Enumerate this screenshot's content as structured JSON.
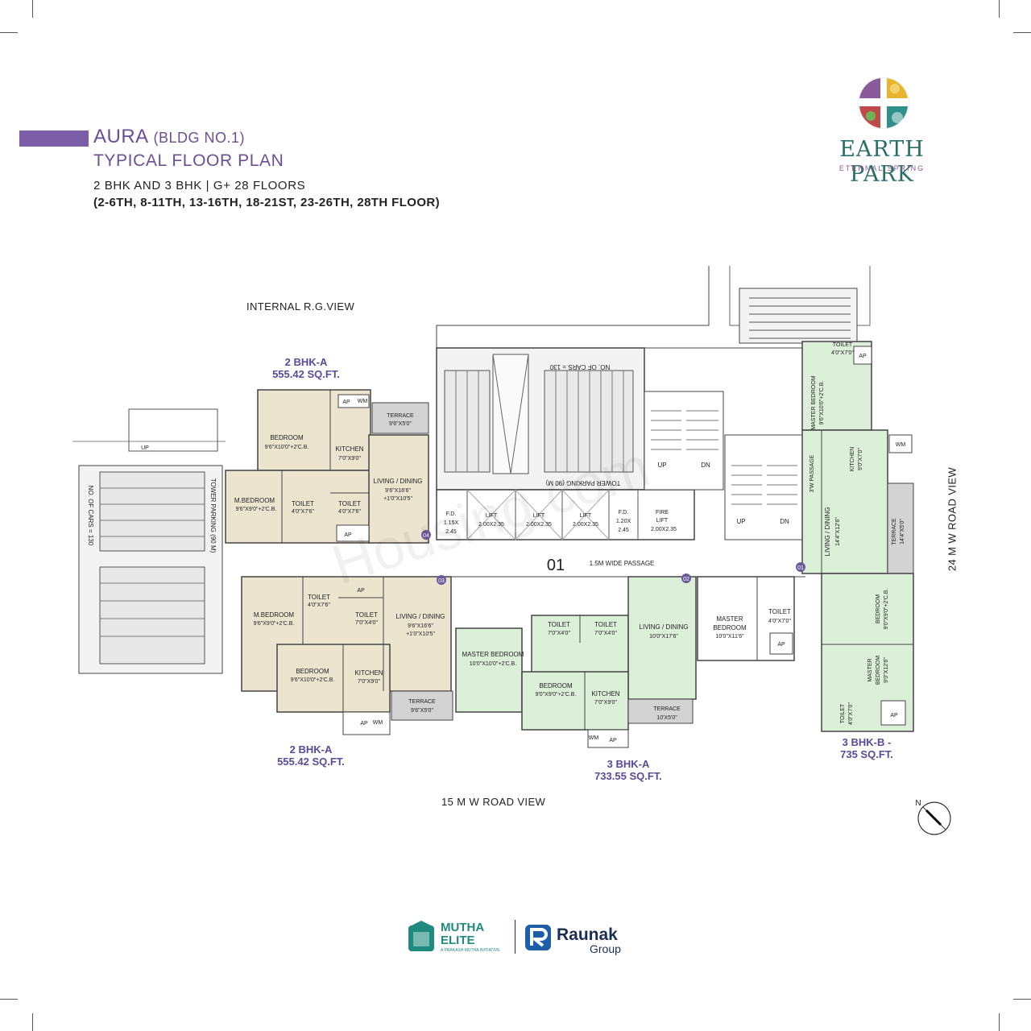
{
  "header": {
    "project": "AURA",
    "building": "(BLDG NO.1)",
    "plan_title": "TYPICAL FLOOR PLAN",
    "config_line": "2 BHK AND 3 BHK | G+ 28 FLOORS",
    "floors_line": "(2-6TH, 8-11TH, 13-16TH, 18-21ST, 23-26TH, 28TH FLOOR)"
  },
  "brand": {
    "name": "EARTH PARK",
    "tagline": "ETERNAL SPRING"
  },
  "views": {
    "top": "INTERNAL R.G.VIEW",
    "bottom": "15 M W ROAD VIEW",
    "right": "24 M W ROAD VIEW"
  },
  "units": {
    "top_2bhk_name": "2 BHK-A",
    "top_2bhk_area": "555.42 SQ.FT.",
    "bottom_2bhk_name": "2 BHK-A",
    "bottom_2bhk_area": "555.42 SQ.FT.",
    "bhk3a_name": "3 BHK-A",
    "bhk3a_area": "733.55 SQ.FT.",
    "bhk3b_name": "3 BHK-B -",
    "bhk3b_area": "735 SQ.FT."
  },
  "rooms": {
    "terrace": "TERRACE",
    "t_9_5": "9'6\"X5'0\"",
    "t_10_5": "10'X5'0\"",
    "t_14_5": "14'4\"X5'0\"",
    "bedroom": "BEDROOM",
    "bedroom_a": "9'6\"X10'0\"+2'C.B.",
    "kitchen": "KITCHEN",
    "kitchen_a": "7'0\"X9'0\"",
    "living": "LIVING / DINING",
    "living_a1": "9'6\"X16'6\"",
    "living_a2": "+1'0\"X10'5\"",
    "mbedroom": "M.BEDROOM",
    "mbedroom_a": "9'6\"X9'0\"+2'C.B.",
    "mbedroom_b": "9'6\"X9'0\"+2'C.B.",
    "toilet": "TOILET",
    "toilet_4x7": "4'0\"X7'6\"",
    "toilet_7x4": "7'0\"X4'0\"",
    "ap": "AP",
    "wm": "WM",
    "master_bedroom": "MASTER BEDROOM",
    "mb_3a": "10'0\"X10'0\"+2'C.B.",
    "bedroom_3a": "9'0\"X9'0\"+2'C.B.",
    "living_3a": "10'0\"X17'6\"",
    "master_bedroom_2": "MASTER",
    "bedroom_word": "BEDROOM",
    "mb_2": "10'0\"X11'6\"",
    "toilet_4x7b": "4'0\"X7'0\"",
    "living_3b": "14'4\"X12'6\"",
    "kitchen_3b": "9'0\"X7'0\"",
    "passage_3b": "3'W PASSAGE",
    "mb_3b_top": "9'6\"X10'6\"+2'C.B.",
    "bedroom_3b": "9'0\"X9'0\"+2'C.B.",
    "mb_3b_bot": "9'0\"X12'6\"",
    "toilet_4x7c": "4'0\"X7'0\""
  },
  "core": {
    "fd": "F.D.",
    "fd1": "1.15X",
    "fd1b": "2.45",
    "lift": "LIFT",
    "lift_dim": "2.00X2.35",
    "fd2": "1.20X",
    "fd2b": "2.45",
    "fire_lift": "FIRE",
    "fire_lift2": "LIFT",
    "up": "UP",
    "dn": "DN",
    "passage": "1.5M WIDE PASSAGE",
    "flat_no": "01",
    "parking_cars": "NO. OF CARS = 130",
    "tower_parking": "TOWER PARKING (90 M)",
    "tower_parking_left": "TOWER PARKING (90 M)",
    "markers": [
      "01",
      "02",
      "03",
      "04"
    ]
  },
  "north_label": "N",
  "developers": {
    "mutha_line1": "MUTHA",
    "mutha_line2": "ELITE",
    "mutha_sub": "A PRAKASH MUTHA INITIATIVE",
    "raunak": "Raunak",
    "raunak_sub": "Group"
  },
  "watermark": "Housing.com",
  "colors": {
    "unit_2bhk": "#ebe4cf",
    "unit_3bhk": "#dcefd9",
    "accent": "#7b5ea7",
    "brand_teal": "#2a6e6a"
  }
}
